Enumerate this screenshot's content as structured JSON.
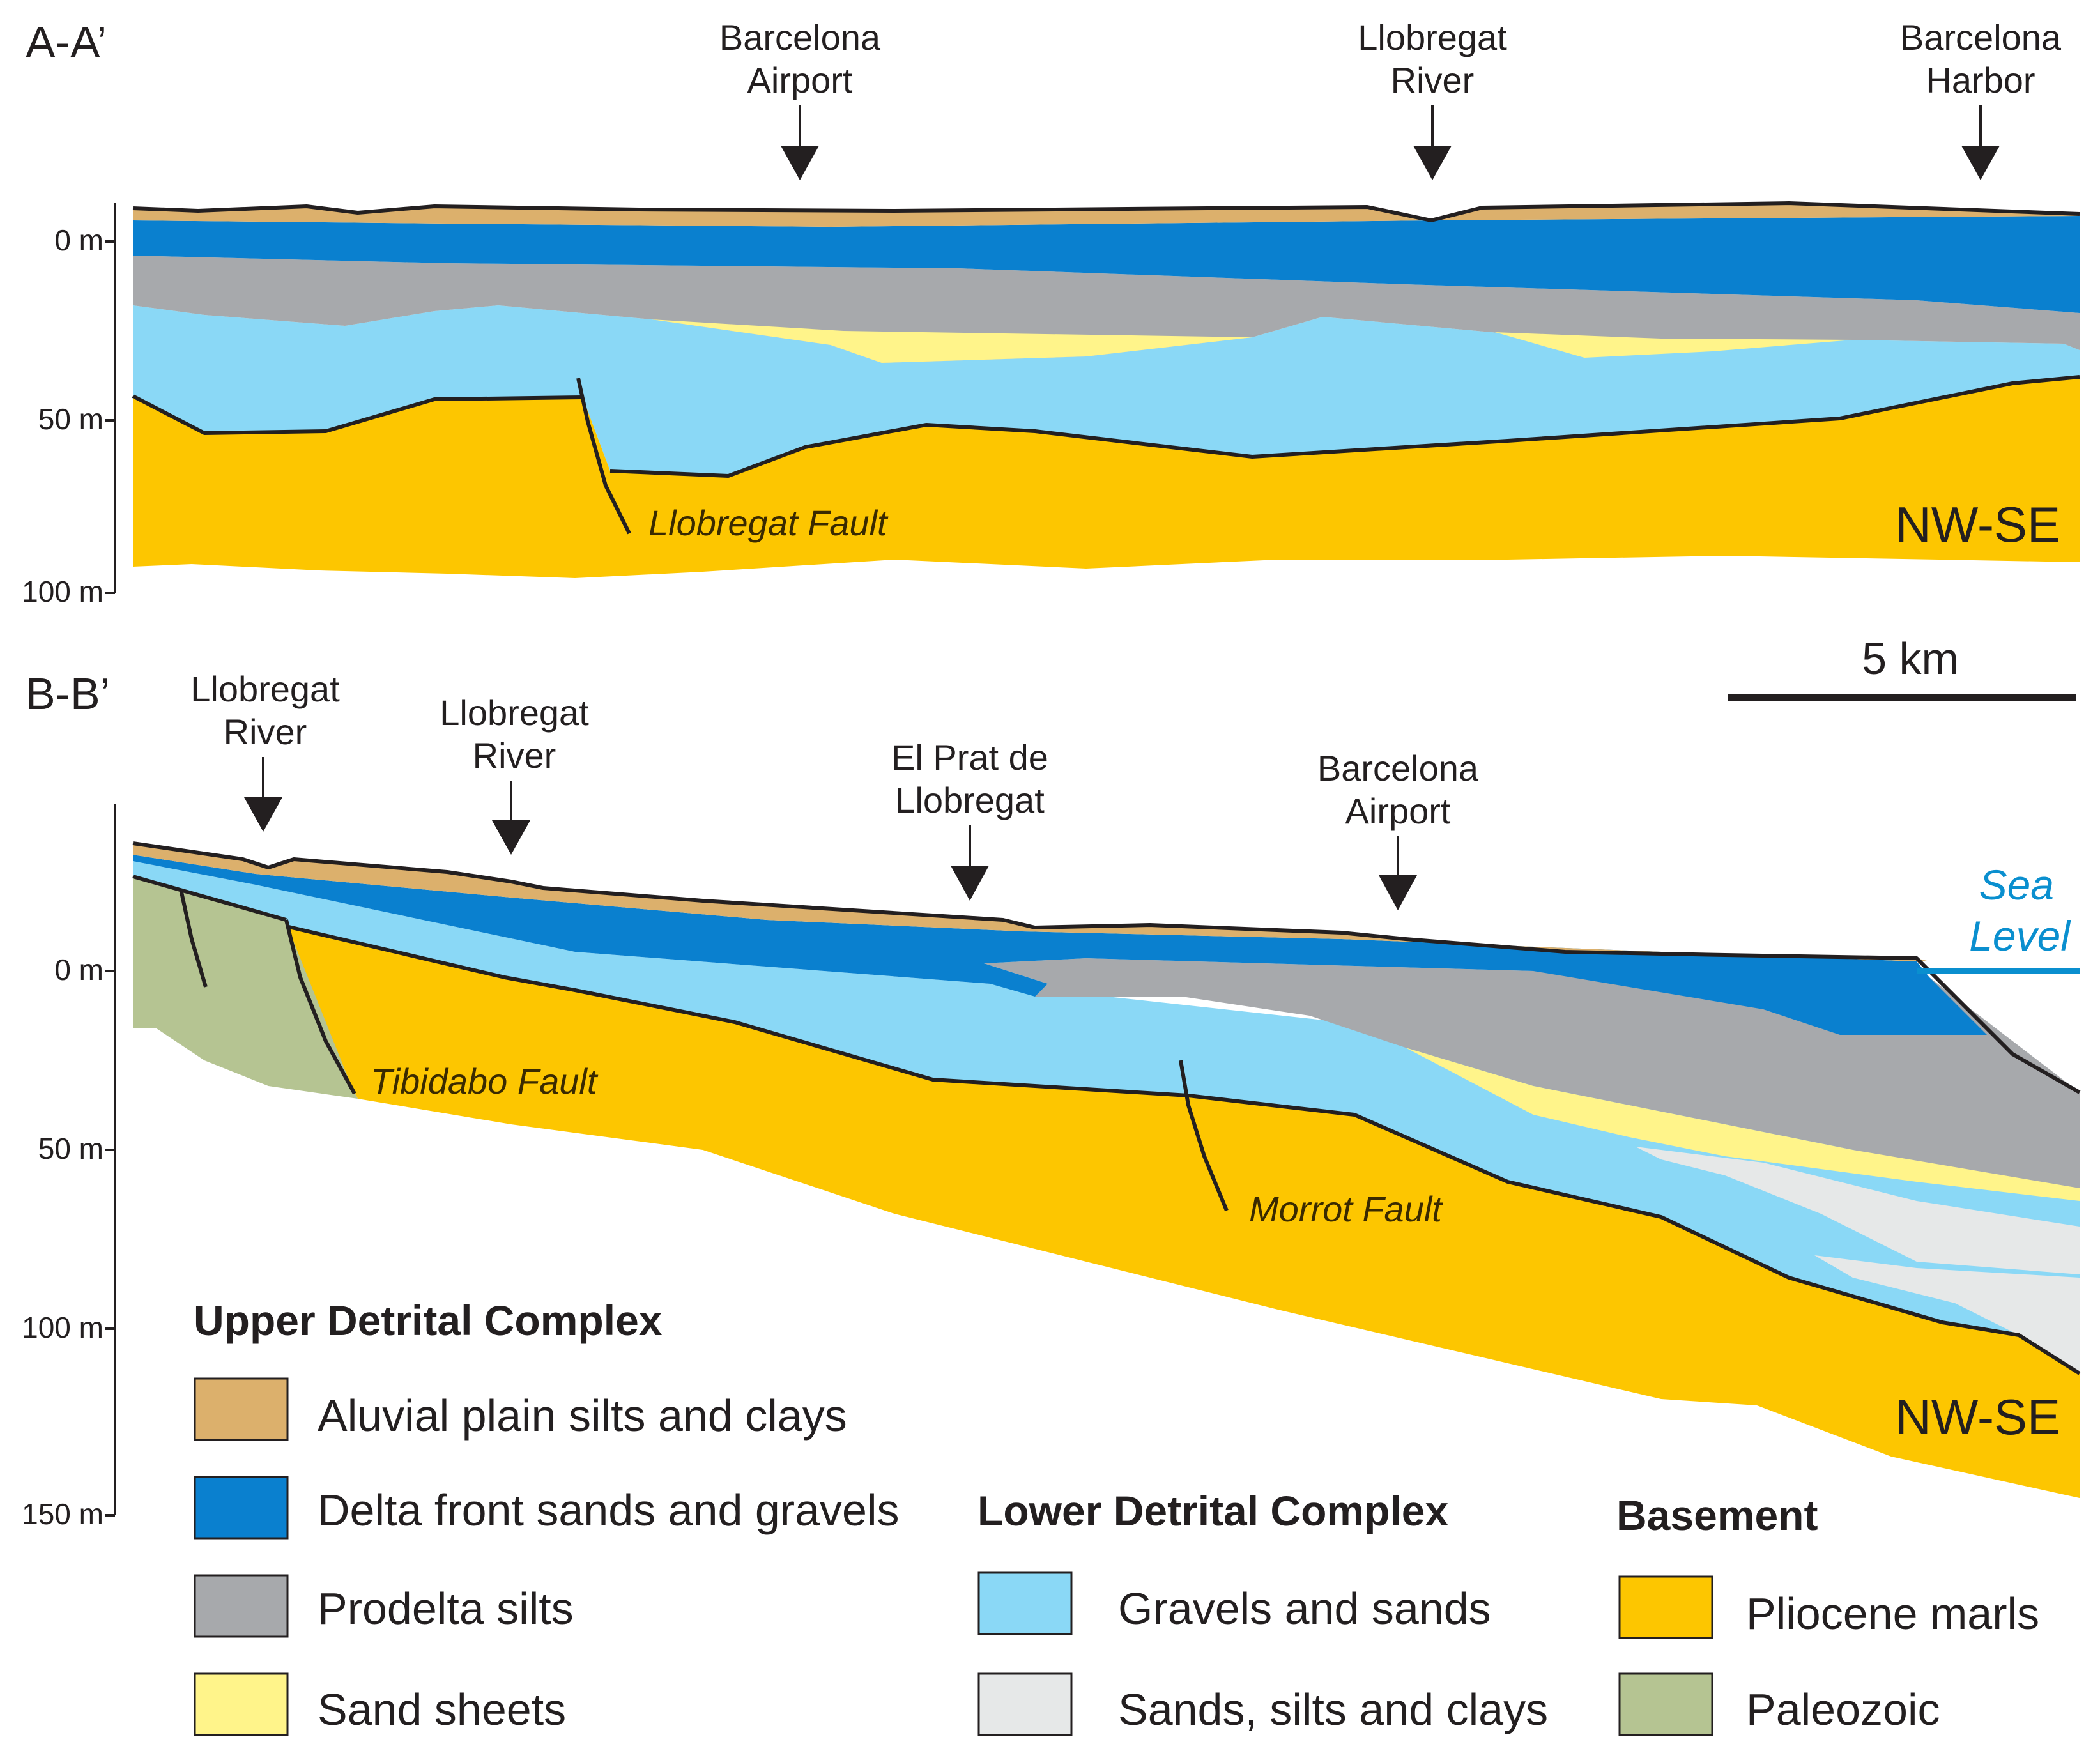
{
  "colors": {
    "alluvial": "#dcb06c",
    "delta_front": "#0a80cf",
    "prodelta": "#a7a9ac",
    "sand_sheets": "#fff48a",
    "gravels_sands": "#8ad8f6",
    "sands_silts_clays": "#e6e8e8",
    "pliocene": "#fdc600",
    "paleozoic": "#b5c492",
    "sea_level": "#0a8fcf",
    "ink": "#231f20"
  },
  "section_a": {
    "title": "A-A’",
    "orientation": "NW-SE",
    "axis_ticks": [
      "0 m",
      "50 m",
      "100 m"
    ],
    "markers": [
      {
        "line1": "Barcelona",
        "line2": "Airport"
      },
      {
        "line1": "Llobregat",
        "line2": "River"
      },
      {
        "line1": "Barcelona",
        "line2": "Harbor"
      }
    ],
    "fault_label": "Llobregat Fault"
  },
  "scale_bar": {
    "label": "5 km"
  },
  "section_b": {
    "title": "B-B’",
    "orientation": "NW-SE",
    "axis_ticks": [
      "0 m",
      "50 m",
      "100 m",
      "150 m"
    ],
    "markers": [
      {
        "line1": "Llobregat",
        "line2": "River"
      },
      {
        "line1": "Llobregat",
        "line2": "River"
      },
      {
        "line1": "El Prat de",
        "line2": "Llobregat"
      },
      {
        "line1": "Barcelona",
        "line2": "Airport"
      }
    ],
    "fault_labels": [
      "Tibidabo Fault",
      "Morrot Fault"
    ],
    "sea_level": {
      "line1": "Sea",
      "line2": "Level"
    }
  },
  "legend": {
    "upper": {
      "heading": "Upper Detrital Complex",
      "items": [
        "Aluvial plain silts and clays",
        "Delta front sands and gravels",
        "Prodelta silts",
        "Sand sheets"
      ]
    },
    "lower": {
      "heading": "Lower Detrital Complex",
      "items": [
        "Gravels and sands",
        "Sands, silts and clays"
      ]
    },
    "basement": {
      "heading": "Basement",
      "items": [
        "Pliocene marls",
        "Paleozoic"
      ]
    }
  }
}
